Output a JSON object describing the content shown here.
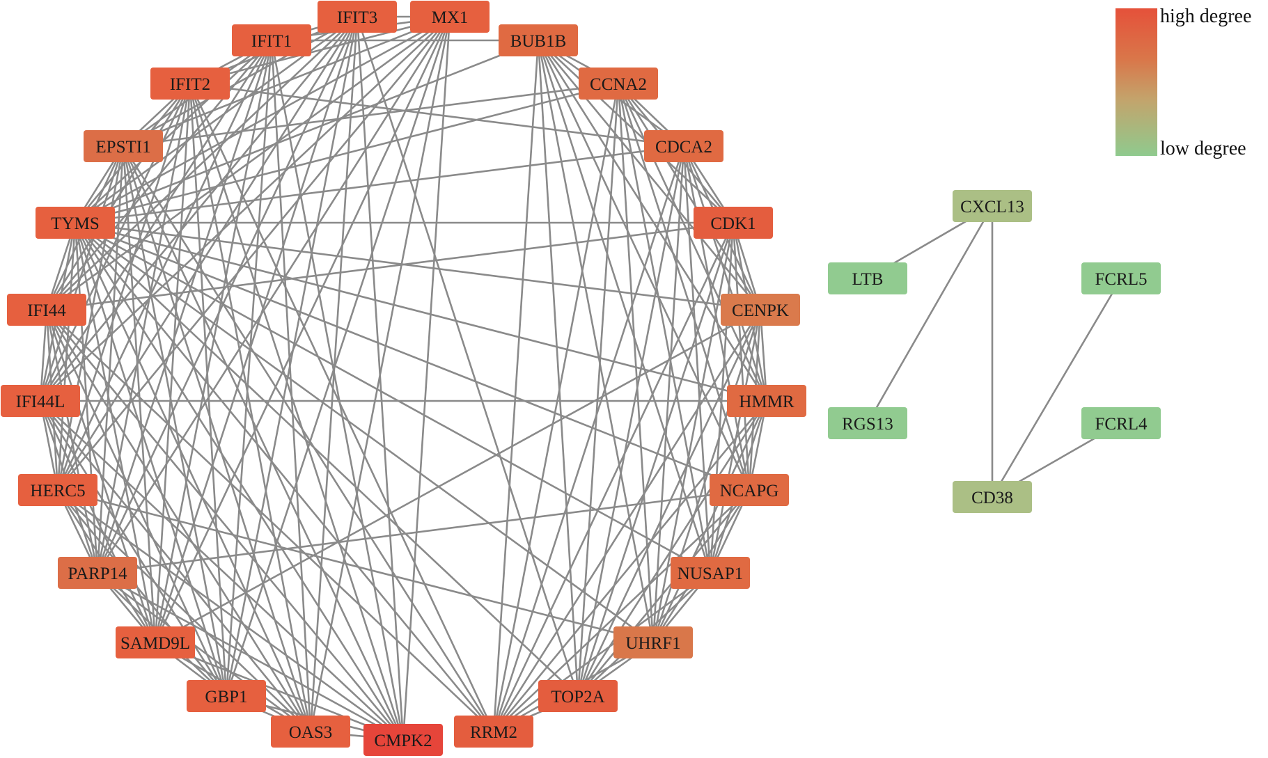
{
  "legend": {
    "high_label": "high degree",
    "low_label": "low degree",
    "colors": {
      "high": "#e5513a",
      "low": "#8fca8e"
    }
  },
  "network": {
    "edge_color": "#8a8a8a",
    "nodes": [
      {
        "id": "IFIT3",
        "color": "#e6603f"
      },
      {
        "id": "MX1",
        "color": "#e6603f"
      },
      {
        "id": "IFIT1",
        "color": "#e6603f"
      },
      {
        "id": "BUB1B",
        "color": "#e06a42"
      },
      {
        "id": "IFIT2",
        "color": "#e6603f"
      },
      {
        "id": "CCNA2",
        "color": "#e06a42"
      },
      {
        "id": "EPSTI1",
        "color": "#dc6e47"
      },
      {
        "id": "CDCA2",
        "color": "#e06a42"
      },
      {
        "id": "TYMS",
        "color": "#e6603f"
      },
      {
        "id": "CDK1",
        "color": "#e45d3e"
      },
      {
        "id": "IFI44",
        "color": "#e6603f"
      },
      {
        "id": "CENPK",
        "color": "#da7a4c"
      },
      {
        "id": "IFI44L",
        "color": "#e6603f"
      },
      {
        "id": "HMMR",
        "color": "#e06a42"
      },
      {
        "id": "HERC5",
        "color": "#e6603f"
      },
      {
        "id": "NCAPG",
        "color": "#e06a42"
      },
      {
        "id": "PARP14",
        "color": "#dc6e47"
      },
      {
        "id": "NUSAP1",
        "color": "#e06a42"
      },
      {
        "id": "SAMD9L",
        "color": "#e6603f"
      },
      {
        "id": "UHRF1",
        "color": "#d9774a"
      },
      {
        "id": "GBP1",
        "color": "#e6603f"
      },
      {
        "id": "TOP2A",
        "color": "#e45d3e"
      },
      {
        "id": "OAS3",
        "color": "#e6603f"
      },
      {
        "id": "RRM2",
        "color": "#e45d3e"
      },
      {
        "id": "CMPK2",
        "color": "#e6453a"
      },
      {
        "id": "CXCL13",
        "color": "#abbf85"
      },
      {
        "id": "LTB",
        "color": "#91cb90"
      },
      {
        "id": "FCRL5",
        "color": "#91cb90"
      },
      {
        "id": "RGS13",
        "color": "#91cb90"
      },
      {
        "id": "FCRL4",
        "color": "#91cb90"
      },
      {
        "id": "CD38",
        "color": "#abbf85"
      }
    ],
    "edges": [
      [
        "IFIT3",
        "IFIT1"
      ],
      [
        "IFIT3",
        "IFIT2"
      ],
      [
        "IFIT3",
        "EPSTI1"
      ],
      [
        "IFIT3",
        "IFI44"
      ],
      [
        "IFIT3",
        "IFI44L"
      ],
      [
        "IFIT3",
        "HERC5"
      ],
      [
        "IFIT3",
        "PARP14"
      ],
      [
        "IFIT3",
        "SAMD9L"
      ],
      [
        "IFIT3",
        "GBP1"
      ],
      [
        "IFIT3",
        "OAS3"
      ],
      [
        "IFIT3",
        "CMPK2"
      ],
      [
        "IFIT3",
        "MX1"
      ],
      [
        "MX1",
        "IFIT1"
      ],
      [
        "MX1",
        "IFIT2"
      ],
      [
        "MX1",
        "EPSTI1"
      ],
      [
        "MX1",
        "IFI44"
      ],
      [
        "MX1",
        "IFI44L"
      ],
      [
        "MX1",
        "HERC5"
      ],
      [
        "MX1",
        "PARP14"
      ],
      [
        "MX1",
        "SAMD9L"
      ],
      [
        "MX1",
        "GBP1"
      ],
      [
        "MX1",
        "OAS3"
      ],
      [
        "MX1",
        "CMPK2"
      ],
      [
        "IFIT1",
        "IFIT2"
      ],
      [
        "IFIT1",
        "EPSTI1"
      ],
      [
        "IFIT1",
        "IFI44"
      ],
      [
        "IFIT1",
        "IFI44L"
      ],
      [
        "IFIT1",
        "HERC5"
      ],
      [
        "IFIT1",
        "PARP14"
      ],
      [
        "IFIT1",
        "SAMD9L"
      ],
      [
        "IFIT1",
        "GBP1"
      ],
      [
        "IFIT1",
        "OAS3"
      ],
      [
        "IFIT1",
        "CMPK2"
      ],
      [
        "IFIT2",
        "EPSTI1"
      ],
      [
        "IFIT2",
        "IFI44"
      ],
      [
        "IFIT2",
        "IFI44L"
      ],
      [
        "IFIT2",
        "HERC5"
      ],
      [
        "IFIT2",
        "PARP14"
      ],
      [
        "IFIT2",
        "SAMD9L"
      ],
      [
        "IFIT2",
        "GBP1"
      ],
      [
        "IFIT2",
        "OAS3"
      ],
      [
        "IFIT2",
        "CMPK2"
      ],
      [
        "EPSTI1",
        "IFI44"
      ],
      [
        "EPSTI1",
        "IFI44L"
      ],
      [
        "EPSTI1",
        "HERC5"
      ],
      [
        "EPSTI1",
        "PARP14"
      ],
      [
        "EPSTI1",
        "SAMD9L"
      ],
      [
        "EPSTI1",
        "GBP1"
      ],
      [
        "EPSTI1",
        "OAS3"
      ],
      [
        "EPSTI1",
        "CMPK2"
      ],
      [
        "IFI44",
        "IFI44L"
      ],
      [
        "IFI44",
        "HERC5"
      ],
      [
        "IFI44",
        "PARP14"
      ],
      [
        "IFI44",
        "SAMD9L"
      ],
      [
        "IFI44",
        "GBP1"
      ],
      [
        "IFI44",
        "OAS3"
      ],
      [
        "IFI44",
        "CMPK2"
      ],
      [
        "IFI44L",
        "HERC5"
      ],
      [
        "IFI44L",
        "PARP14"
      ],
      [
        "IFI44L",
        "SAMD9L"
      ],
      [
        "IFI44L",
        "GBP1"
      ],
      [
        "IFI44L",
        "OAS3"
      ],
      [
        "IFI44L",
        "CMPK2"
      ],
      [
        "HERC5",
        "PARP14"
      ],
      [
        "HERC5",
        "SAMD9L"
      ],
      [
        "HERC5",
        "GBP1"
      ],
      [
        "HERC5",
        "OAS3"
      ],
      [
        "HERC5",
        "CMPK2"
      ],
      [
        "PARP14",
        "SAMD9L"
      ],
      [
        "PARP14",
        "GBP1"
      ],
      [
        "PARP14",
        "OAS3"
      ],
      [
        "PARP14",
        "CMPK2"
      ],
      [
        "SAMD9L",
        "GBP1"
      ],
      [
        "SAMD9L",
        "OAS3"
      ],
      [
        "SAMD9L",
        "CMPK2"
      ],
      [
        "GBP1",
        "OAS3"
      ],
      [
        "GBP1",
        "CMPK2"
      ],
      [
        "OAS3",
        "CMPK2"
      ],
      [
        "BUB1B",
        "CCNA2"
      ],
      [
        "BUB1B",
        "CDCA2"
      ],
      [
        "BUB1B",
        "CDK1"
      ],
      [
        "BUB1B",
        "CENPK"
      ],
      [
        "BUB1B",
        "HMMR"
      ],
      [
        "BUB1B",
        "NCAPG"
      ],
      [
        "BUB1B",
        "NUSAP1"
      ],
      [
        "BUB1B",
        "UHRF1"
      ],
      [
        "BUB1B",
        "TOP2A"
      ],
      [
        "BUB1B",
        "RRM2"
      ],
      [
        "CCNA2",
        "CDCA2"
      ],
      [
        "CCNA2",
        "CDK1"
      ],
      [
        "CCNA2",
        "CENPK"
      ],
      [
        "CCNA2",
        "HMMR"
      ],
      [
        "CCNA2",
        "NCAPG"
      ],
      [
        "CCNA2",
        "NUSAP1"
      ],
      [
        "CCNA2",
        "UHRF1"
      ],
      [
        "CCNA2",
        "TOP2A"
      ],
      [
        "CCNA2",
        "RRM2"
      ],
      [
        "CDCA2",
        "CDK1"
      ],
      [
        "CDCA2",
        "CENPK"
      ],
      [
        "CDCA2",
        "HMMR"
      ],
      [
        "CDCA2",
        "NCAPG"
      ],
      [
        "CDCA2",
        "NUSAP1"
      ],
      [
        "CDCA2",
        "UHRF1"
      ],
      [
        "CDCA2",
        "TOP2A"
      ],
      [
        "CDCA2",
        "RRM2"
      ],
      [
        "CDK1",
        "CENPK"
      ],
      [
        "CDK1",
        "HMMR"
      ],
      [
        "CDK1",
        "NCAPG"
      ],
      [
        "CDK1",
        "NUSAP1"
      ],
      [
        "CDK1",
        "UHRF1"
      ],
      [
        "CDK1",
        "TOP2A"
      ],
      [
        "CDK1",
        "RRM2"
      ],
      [
        "CENPK",
        "HMMR"
      ],
      [
        "CENPK",
        "NCAPG"
      ],
      [
        "CENPK",
        "NUSAP1"
      ],
      [
        "CENPK",
        "UHRF1"
      ],
      [
        "CENPK",
        "TOP2A"
      ],
      [
        "CENPK",
        "RRM2"
      ],
      [
        "HMMR",
        "NCAPG"
      ],
      [
        "HMMR",
        "NUSAP1"
      ],
      [
        "HMMR",
        "UHRF1"
      ],
      [
        "HMMR",
        "TOP2A"
      ],
      [
        "HMMR",
        "RRM2"
      ],
      [
        "NCAPG",
        "NUSAP1"
      ],
      [
        "NCAPG",
        "UHRF1"
      ],
      [
        "NCAPG",
        "TOP2A"
      ],
      [
        "NCAPG",
        "RRM2"
      ],
      [
        "NUSAP1",
        "UHRF1"
      ],
      [
        "NUSAP1",
        "TOP2A"
      ],
      [
        "NUSAP1",
        "RRM2"
      ],
      [
        "UHRF1",
        "TOP2A"
      ],
      [
        "UHRF1",
        "RRM2"
      ],
      [
        "TOP2A",
        "RRM2"
      ],
      [
        "TYMS",
        "CDK1"
      ],
      [
        "TYMS",
        "CENPK"
      ],
      [
        "TYMS",
        "HMMR"
      ],
      [
        "TYMS",
        "NCAPG"
      ],
      [
        "TYMS",
        "NUSAP1"
      ],
      [
        "TYMS",
        "UHRF1"
      ],
      [
        "TYMS",
        "TOP2A"
      ],
      [
        "TYMS",
        "RRM2"
      ],
      [
        "TYMS",
        "CCNA2"
      ],
      [
        "TYMS",
        "CDCA2"
      ],
      [
        "TYMS",
        "BUB1B"
      ],
      [
        "TYMS",
        "IFI44"
      ],
      [
        "TYMS",
        "IFI44L"
      ],
      [
        "TYMS",
        "HERC5"
      ],
      [
        "TYMS",
        "PARP14"
      ],
      [
        "TYMS",
        "SAMD9L"
      ],
      [
        "TYMS",
        "GBP1"
      ],
      [
        "TYMS",
        "OAS3"
      ],
      [
        "TYMS",
        "CMPK2"
      ],
      [
        "TYMS",
        "EPSTI1"
      ],
      [
        "TYMS",
        "IFIT2"
      ],
      [
        "TYMS",
        "IFIT1"
      ],
      [
        "TYMS",
        "MX1"
      ],
      [
        "TYMS",
        "IFIT3"
      ],
      [
        "RRM2",
        "IFIT2"
      ],
      [
        "RRM2",
        "EPSTI1"
      ],
      [
        "RRM2",
        "IFI44"
      ],
      [
        "CDCA2",
        "IFIT2"
      ],
      [
        "CCNA2",
        "EPSTI1"
      ],
      [
        "BUB1B",
        "IFIT1"
      ],
      [
        "CDK1",
        "IFI44"
      ],
      [
        "HMMR",
        "IFI44L"
      ],
      [
        "UHRF1",
        "HERC5"
      ],
      [
        "TOP2A",
        "IFIT3"
      ],
      [
        "NCAPG",
        "PARP14"
      ],
      [
        "CENPK",
        "SAMD9L"
      ],
      [
        "CXCL13",
        "LTB"
      ],
      [
        "CXCL13",
        "RGS13"
      ],
      [
        "CXCL13",
        "CD38"
      ],
      [
        "CD38",
        "FCRL5"
      ],
      [
        "CD38",
        "FCRL4"
      ]
    ]
  }
}
